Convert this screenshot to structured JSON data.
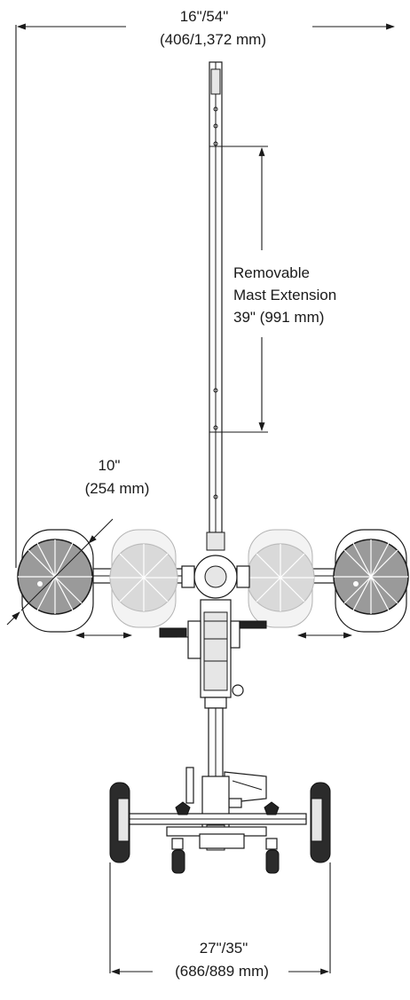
{
  "dimensions": {
    "overall_width": {
      "line1": "16\"/54\"",
      "line2": "(406/1,372 mm)"
    },
    "mast_extension": {
      "line1": "Removable",
      "line2": "Mast Extension",
      "line3": "39\" (991 mm)"
    },
    "pad_diameter": {
      "line1": "10\"",
      "line2": "(254 mm)"
    },
    "base_width": {
      "line1": "27\"/35\"",
      "line2": "(686/889 mm)"
    }
  }
}
